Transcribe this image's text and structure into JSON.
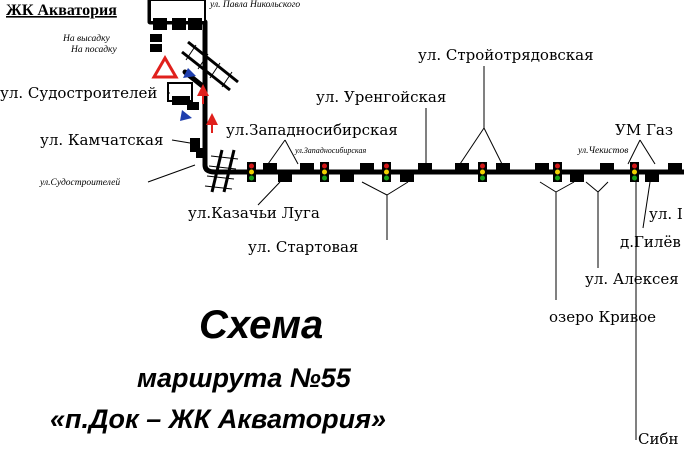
{
  "header": {
    "terminal_name": "ЖК Акватория",
    "street_top": "ул. Павла Никольского",
    "drop_off": "На высадку",
    "pick_up": "На посадку"
  },
  "stops": {
    "sudostroiteley_stop": "ул. Судостроителей",
    "kamchatskaya": "ул. Камчатская",
    "sudostroiteley_street": "ул.Судостроителей",
    "zapadnosibirskaya": "ул.Западносибирская",
    "zapadnosibirskaya_small": "ул.Западносибирская",
    "kazachi_lugi": "ул.Казачьи Луга",
    "startovaya": "ул. Стартовая",
    "urengoyskaya": "ул. Уренгойская",
    "stroyotryadovskaya": "ул. Стройотрядовская",
    "chekistov": "ул.Чекистов",
    "um_gaz": "УМ Газ",
    "ozero_krivoe": "озеро Кривое",
    "alekseya": "ул. Алексея",
    "d_gilev": "д.Гилёв",
    "ul_cut": "ул. I",
    "sibn": "Сибн"
  },
  "title": {
    "line1": "Схема",
    "line2": "маршрута №55",
    "line3": "«п.Док – ЖК Акватория»"
  },
  "colors": {
    "road": "#000000",
    "warning_red": "#e0201c",
    "arrow_red": "#e0201c",
    "arrow_blue": "#1f3fae",
    "traffic_light_red": "#d01818",
    "traffic_light_yellow": "#f0d000",
    "traffic_light_green": "#18a018"
  },
  "icons": [
    "warning-triangle-icon",
    "traffic-light-icon",
    "railway-crossing-icon",
    "direction-arrow-icon"
  ]
}
